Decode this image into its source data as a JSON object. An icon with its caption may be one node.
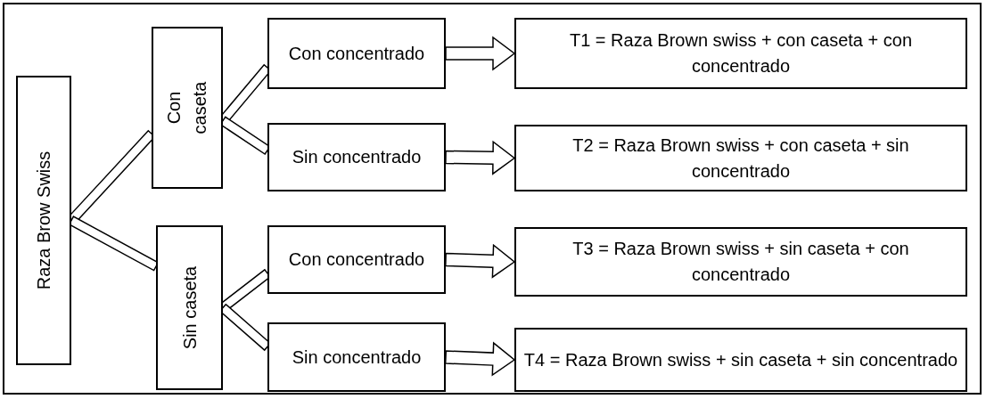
{
  "diagram": {
    "nodes": [
      {
        "text": [
          "Raza Brow Swiss"
        ]
      },
      {
        "text": [
          "Con caseta"
        ]
      },
      {
        "text": [
          "Sin caseta"
        ]
      },
      {
        "text": [
          "Con concentrado"
        ]
      },
      {
        "text": [
          "Sin concentrado"
        ]
      },
      {
        "text": [
          "Con concentrado"
        ]
      },
      {
        "text": [
          "Sin concentrado"
        ]
      },
      {
        "text": [
          "T1 = Raza Brown swiss + con caseta + con concentrado"
        ]
      },
      {
        "text": [
          "T2 = Raza Brown swiss + con caseta + sin concentrado"
        ]
      },
      {
        "text": [
          "T3 = Raza Brown swiss + sin caseta + con concentrado"
        ]
      },
      {
        "text": [
          "T4 = Raza Brown swiss + sin caseta + sin concentrado"
        ]
      }
    ],
    "edges": [
      {
        "from": 0,
        "to": 1,
        "arrow": "none"
      },
      {
        "from": 0,
        "to": 2,
        "arrow": "none"
      },
      {
        "from": 1,
        "to": 3,
        "arrow": "none"
      },
      {
        "from": 1,
        "to": 4,
        "arrow": "none"
      },
      {
        "from": 2,
        "to": 5,
        "arrow": "none"
      },
      {
        "from": 2,
        "to": 6,
        "arrow": "none"
      },
      {
        "from": 3,
        "to": 7,
        "arrow": "to"
      },
      {
        "from": 4,
        "to": 8,
        "arrow": "to"
      },
      {
        "from": 5,
        "to": 9,
        "arrow": "to"
      },
      {
        "from": 6,
        "to": 10,
        "arrow": "to"
      }
    ]
  }
}
